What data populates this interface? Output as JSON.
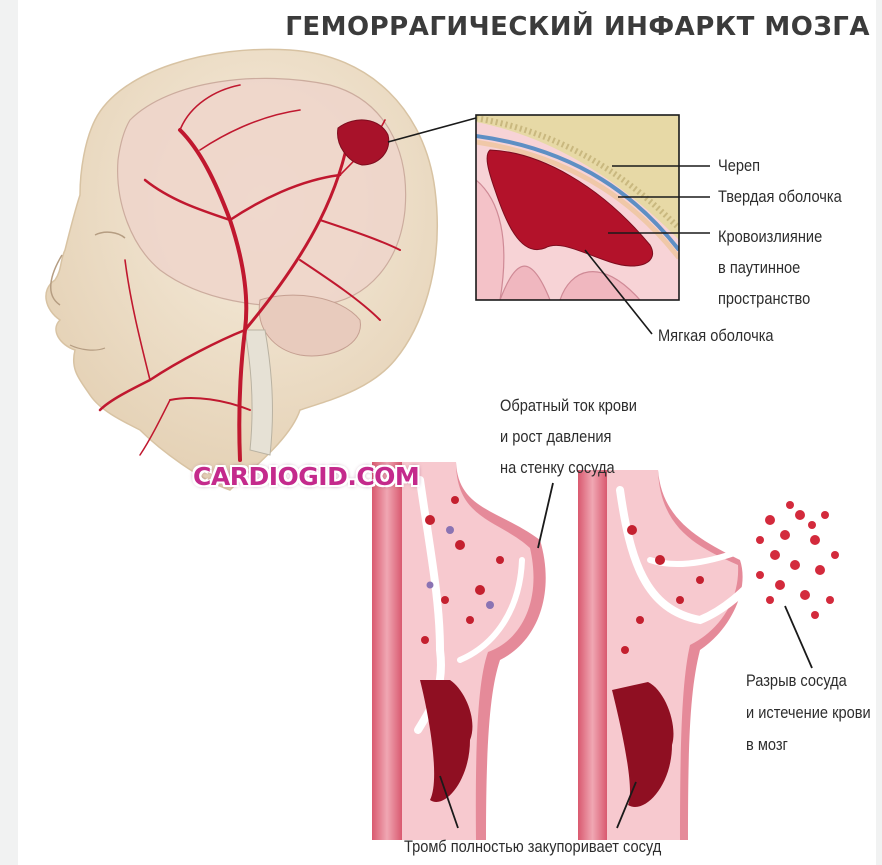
{
  "title": "ГЕМОРРАГИЧЕСКИЙ ИНФАРКТ МОЗГА",
  "watermark": "CARDIOGID.COM",
  "inset_labels": {
    "skull": "Череп",
    "dura": "Твердая оболочка",
    "hemorrhage_line1": "Кровоизлияние",
    "hemorrhage_line2": "в паутинное",
    "hemorrhage_line3": "пространство",
    "pia": "Мягкая оболочка"
  },
  "vessel_labels": {
    "backflow_line1": "Обратный ток крови",
    "backflow_line2": "и рост давления",
    "backflow_line3": "на стенку сосуда",
    "rupture_line1": "Разрыв сосуда",
    "rupture_line2": "и истечение крови",
    "rupture_line3": "в мозг",
    "thrombus": "Тромб полностью закупоривает сосуд"
  },
  "colors": {
    "blood": "#b3122a",
    "vessel_wall": "#e58a99",
    "vessel_lumen": "#f7c9cf",
    "skin": "#f1e4cf",
    "skull_bone": "#e7d9a6",
    "dura": "#5e8fc4",
    "leader_line": "#1a1a1a"
  }
}
